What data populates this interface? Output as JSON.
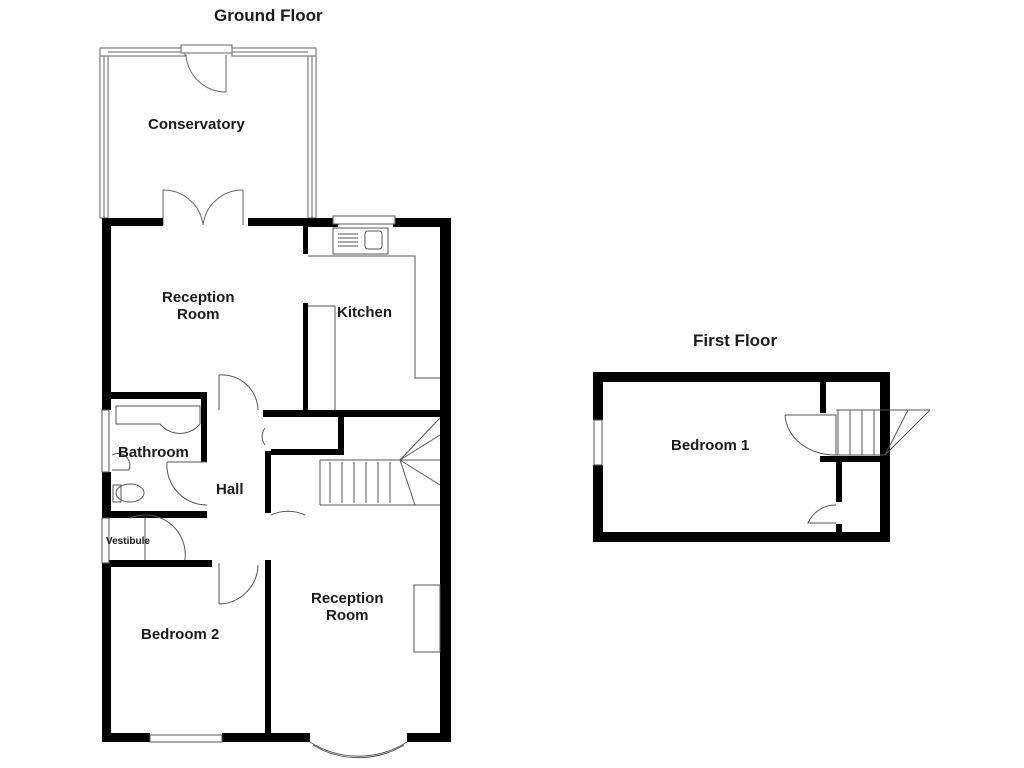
{
  "floors": [
    {
      "title": "Ground Floor",
      "rooms": [
        {
          "name": "Conservatory"
        },
        {
          "name": "Reception Room",
          "line1": "Reception",
          "line2": "Room"
        },
        {
          "name": "Kitchen"
        },
        {
          "name": "Bathroom"
        },
        {
          "name": "Hall"
        },
        {
          "name": "Vestibule"
        },
        {
          "name": "Bedroom 2"
        },
        {
          "name": "Reception Room",
          "line1": "Reception",
          "line2": "Room"
        }
      ]
    },
    {
      "title": "First Floor",
      "rooms": [
        {
          "name": "Bedroom 1"
        }
      ]
    }
  ],
  "colors": {
    "wall": "#000000",
    "fixture_line": "#555555",
    "background": "#ffffff"
  }
}
